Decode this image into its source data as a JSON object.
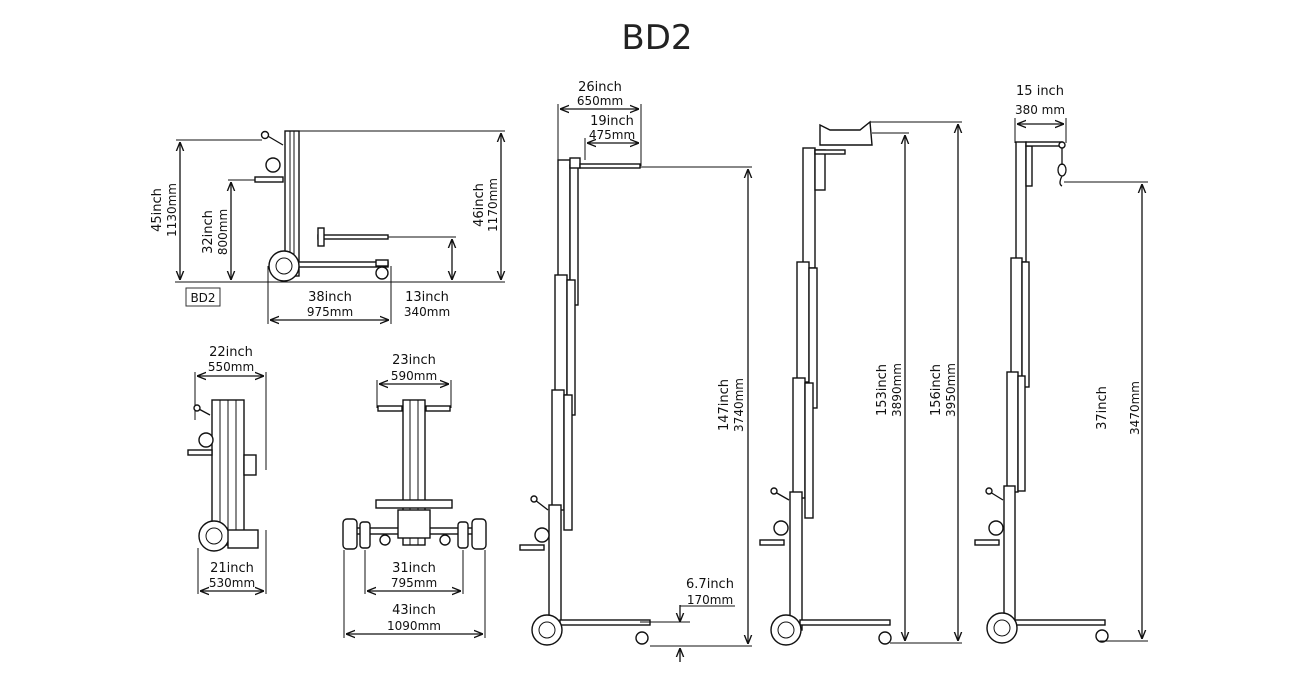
{
  "title": "BD2",
  "model_tag": "BD2",
  "stowed_side": {
    "overall_height": {
      "inch": "45inch",
      "mm": "1130mm"
    },
    "handle_height": {
      "inch": "32inch",
      "mm": "800mm"
    },
    "mast_height": {
      "inch": "46inch",
      "mm": "1170mm"
    },
    "fork_height": {
      "inch": "13inch",
      "mm": "340mm"
    },
    "length": {
      "inch": "38inch",
      "mm": "975mm"
    }
  },
  "folded_front": {
    "top_width": {
      "inch": "22inch",
      "mm": "550mm"
    },
    "base_width": {
      "inch": "21inch",
      "mm": "530mm"
    }
  },
  "front_view": {
    "top_width": {
      "inch": "23inch",
      "mm": "590mm"
    },
    "inner_width": {
      "inch": "31inch",
      "mm": "795mm"
    },
    "outer_width": {
      "inch": "43inch",
      "mm": "1090mm"
    }
  },
  "extended_fork": {
    "outer_reach": {
      "inch": "26inch",
      "mm": "650mm"
    },
    "fork_length": {
      "inch": "19inch",
      "mm": "475mm"
    },
    "max_height": {
      "inch": "147inch",
      "mm": "3740mm"
    },
    "min_fork_height": {
      "inch": "6.7inch",
      "mm": "170mm"
    }
  },
  "extended_platform": {
    "platform_height": {
      "inch": "153inch",
      "mm": "3890mm"
    },
    "overall_height": {
      "inch": "156inch",
      "mm": "3950mm"
    }
  },
  "extended_hook": {
    "reach": {
      "inch": "15 inch",
      "mm": "380 mm"
    },
    "hook_height": {
      "inch": "37inch",
      "mm": "3470mm"
    }
  }
}
